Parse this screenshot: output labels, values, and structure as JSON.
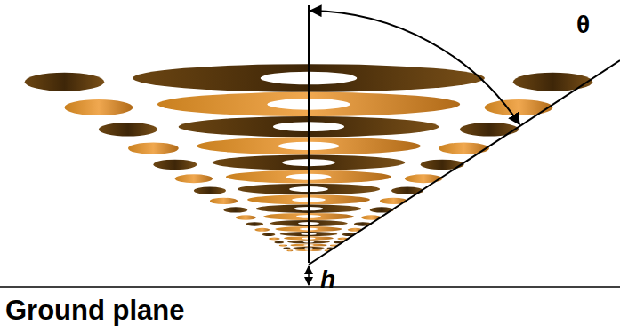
{
  "diagram": {
    "labels": [
      "θ",
      "h",
      "Ground plane"
    ]
  }
}
